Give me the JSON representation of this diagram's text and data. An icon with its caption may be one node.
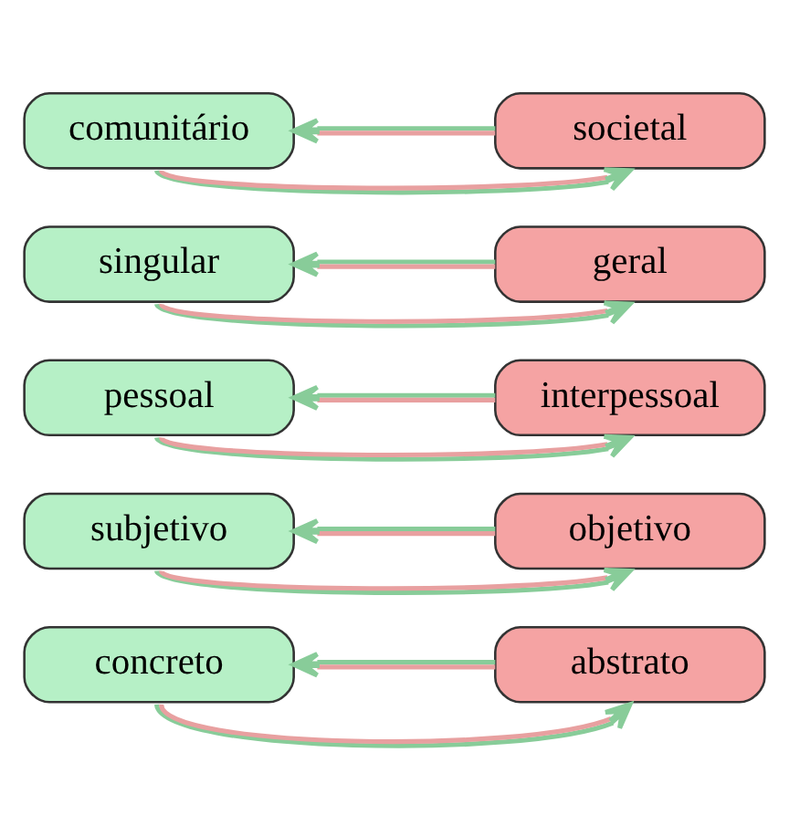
{
  "diagram": {
    "nodes": [
      {
        "text": [
          "concreto"
        ]
      },
      {
        "text": [
          "abstrato"
        ]
      },
      {
        "text": [
          "subjetivo"
        ]
      },
      {
        "text": [
          "objetivo"
        ]
      },
      {
        "text": [
          "pessoal"
        ]
      },
      {
        "text": [
          "interpessoal"
        ]
      },
      {
        "text": [
          "singular"
        ]
      },
      {
        "text": [
          "geral"
        ]
      },
      {
        "text": [
          "comunitário"
        ]
      },
      {
        "text": [
          "societal"
        ]
      }
    ],
    "edges": [
      {
        "from": 1,
        "to": 0,
        "arrow": "to"
      },
      {
        "from": 0,
        "to": 1,
        "arrow": "to"
      },
      {
        "from": 3,
        "to": 2,
        "arrow": "to"
      },
      {
        "from": 2,
        "to": 3,
        "arrow": "to"
      },
      {
        "from": 5,
        "to": 4,
        "arrow": "to"
      },
      {
        "from": 4,
        "to": 5,
        "arrow": "to"
      },
      {
        "from": 7,
        "to": 6,
        "arrow": "to"
      },
      {
        "from": 6,
        "to": 7,
        "arrow": "to"
      },
      {
        "from": 9,
        "to": 8,
        "arrow": "to"
      },
      {
        "from": 8,
        "to": 9,
        "arrow": "to"
      }
    ]
  }
}
